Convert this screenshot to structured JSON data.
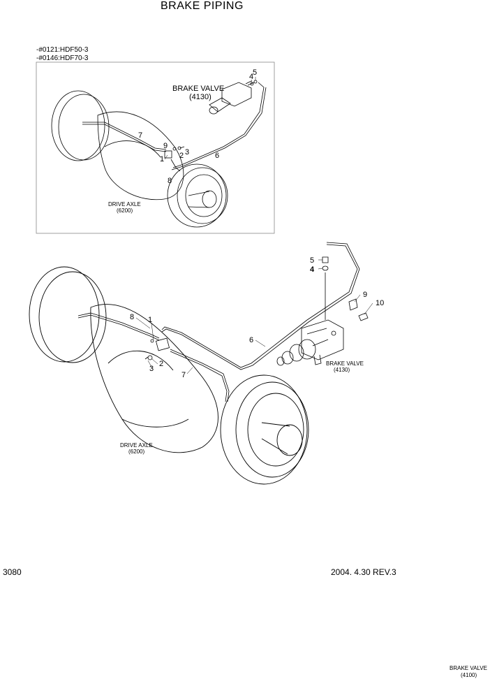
{
  "title": "BRAKE PIPING",
  "serials": [
    "-#0121:HDF50-3",
    "-#0146:HDF70-3"
  ],
  "inset": {
    "brake_valve_name": "BRAKE VALVE",
    "brake_valve_code": "(4130)",
    "drive_axle_name": "DRIVE AXLE",
    "drive_axle_code": "(6200)",
    "callouts": [
      "4",
      "5",
      "7",
      "9",
      "2",
      "3",
      "1",
      "6",
      "8"
    ]
  },
  "main": {
    "brake_valve_name": "BRAKE VALVE",
    "brake_valve_code": "(4130)",
    "drive_axle_name": "DRIVE AXLE",
    "drive_axle_code": "(6200)",
    "callouts": [
      "5",
      "4",
      "9",
      "10",
      "6",
      "8",
      "1",
      "2",
      "3",
      "7"
    ]
  },
  "page_number": "3080",
  "revision": "2004. 4.30 REV.3",
  "footer": {
    "name": "BRAKE VALVE",
    "code": "(4100)"
  }
}
